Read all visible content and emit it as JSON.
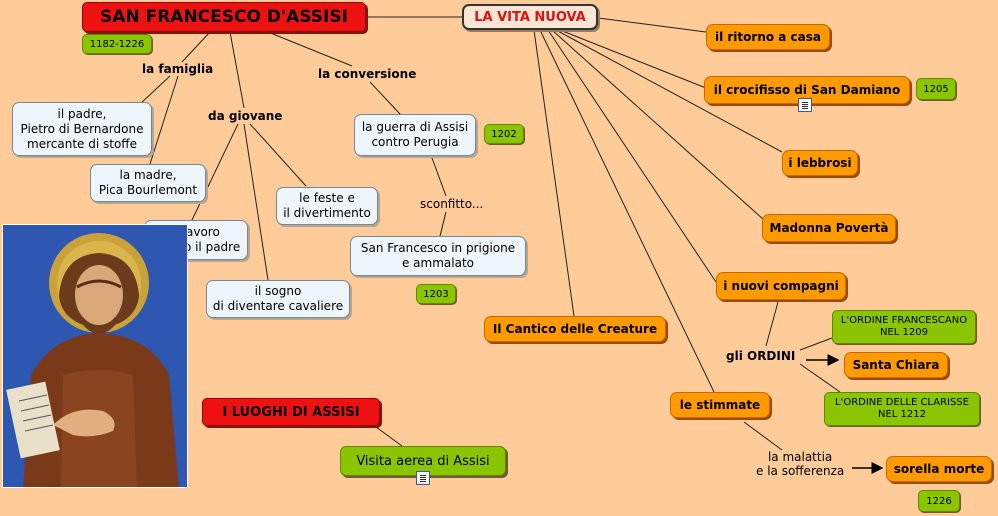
{
  "title": "SAN FRANCESCO D'ASSISI",
  "dates": {
    "life": "1182-1226",
    "d1202": "1202",
    "d1203": "1203",
    "d1205": "1205",
    "d1226": "1226"
  },
  "family": {
    "label": "la famiglia",
    "father": [
      "il padre,",
      "Pietro di Bernardone",
      "mercante di stoffe"
    ],
    "mother": [
      "la madre,",
      "Pica Bourlemont"
    ]
  },
  "youth": {
    "label": "da giovane",
    "work": [
      "il lavoro",
      "presso il padre"
    ],
    "parties": [
      "le feste e",
      "il divertimento"
    ],
    "dream": [
      "il sogno",
      "di diventare cavaliere"
    ]
  },
  "conversion": {
    "label": "la conversione",
    "war": [
      "la guerra di Assisi",
      "contro Perugia"
    ],
    "defeated": "sconfitto...",
    "prison": [
      "San Francesco in prigione",
      "e ammalato"
    ]
  },
  "new_life": {
    "label": "LA VITA NUOVA",
    "return_home": "il ritorno a casa",
    "crucifix": "il crocifisso di San Damiano",
    "lepers": "i lebbrosi",
    "poverty": "Madonna Povertà",
    "companions": "i nuovi compagni",
    "canticle": "Il Cantico delle Creature",
    "stigmata": "le stimmate",
    "orders_label": "gli ORDINI",
    "franciscan_order": [
      "L'ORDINE FRANCESCANO",
      "NEL 1209"
    ],
    "santa_chiara": "Santa Chiara",
    "clarisse_order": [
      "L'ORDINE DELLE CLARISSE",
      "NEL 1212"
    ],
    "illness": [
      "la malattia",
      "e la sofferenza"
    ],
    "sister_death": "sorella morte"
  },
  "places": {
    "label": "I LUOGHI DI ASSISI",
    "aerial": "Visita aerea di Assisi"
  },
  "icons": {
    "attachment": "document-icon",
    "portrait": "saint-francis-portrait"
  }
}
